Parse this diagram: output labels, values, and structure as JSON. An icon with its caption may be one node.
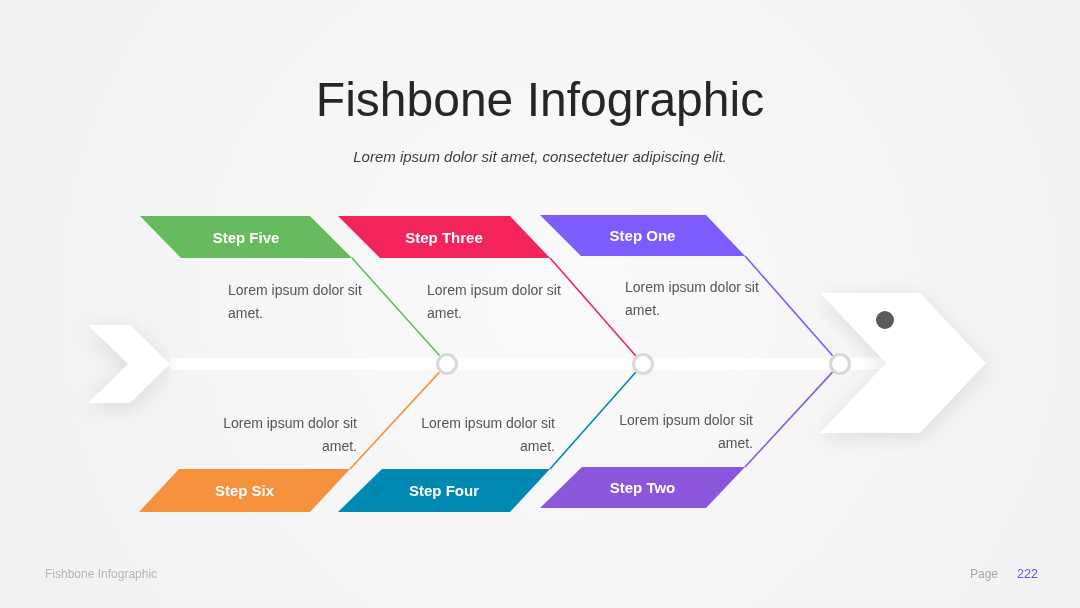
{
  "diagram": {
    "title": "Fishbone Infographic",
    "nodes": [
      {
        "text": [
          "Step Five"
        ],
        "beside": [
          "Lorem ipsum dolor sit amet."
        ]
      },
      {
        "text": [
          "Step Three"
        ],
        "beside": [
          "Lorem ipsum dolor sit amet."
        ]
      },
      {
        "text": [
          "Step One"
        ],
        "beside": [
          "Lorem ipsum dolor sit amet."
        ]
      },
      {
        "text": [],
        "shape": "chevron"
      },
      {
        "text": [],
        "shape": "circle"
      },
      {
        "text": [],
        "shape": "circle"
      },
      {
        "text": [],
        "shape": "circle"
      },
      {
        "text": [],
        "shape": "chevron"
      },
      {
        "text": [
          "Step Six"
        ],
        "beside": [
          "Lorem ipsum dolor sit amet."
        ]
      },
      {
        "text": [
          "Step Four"
        ],
        "beside": [
          "Lorem ipsum dolor sit amet."
        ]
      },
      {
        "text": [
          "Step Two"
        ],
        "beside": [
          "Lorem ipsum dolor sit amet."
        ]
      }
    ],
    "edges": [
      {
        "from": 3,
        "to": 4,
        "arrow": "none",
        "style": "thick",
        "color": "#ffffff"
      },
      {
        "from": 4,
        "to": 5,
        "arrow": "none",
        "style": "thick",
        "color": "#ffffff"
      },
      {
        "from": 5,
        "to": 6,
        "arrow": "none",
        "style": "thick",
        "color": "#ffffff"
      },
      {
        "from": 6,
        "to": 7,
        "arrow": "none",
        "style": "thick",
        "color": "#ffffff"
      },
      {
        "from": 0,
        "to": 4,
        "arrow": "none",
        "color": "#66bb5f"
      },
      {
        "from": 8,
        "to": 4,
        "arrow": "none",
        "color": "#f5913c"
      },
      {
        "from": 1,
        "to": 5,
        "arrow": "none",
        "color": "#f2245a"
      },
      {
        "from": 9,
        "to": 5,
        "arrow": "none",
        "color": "#0089b1"
      },
      {
        "from": 2,
        "to": 6,
        "arrow": "none",
        "color": "#7c5cff"
      },
      {
        "from": 10,
        "to": 6,
        "arrow": "none",
        "color": "#8b55dc"
      }
    ],
    "labels": [
      "Lorem ipsum dolor sit amet, consectetuer adipiscing elit.",
      "Fishbone Infographic",
      "Page",
      "222"
    ]
  }
}
